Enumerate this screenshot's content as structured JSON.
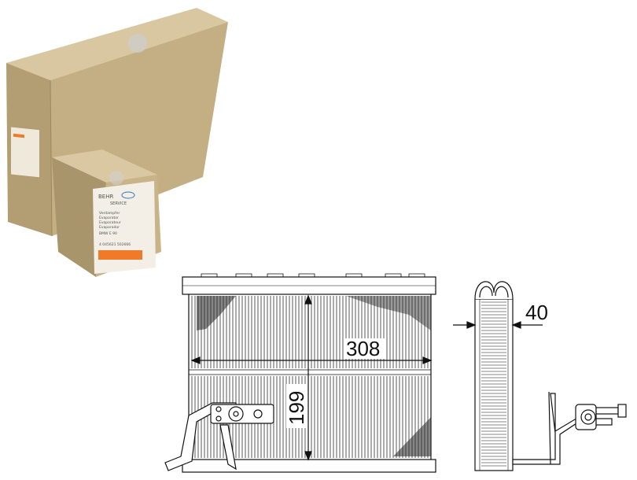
{
  "product": {
    "brand_label": "BEHR",
    "brand_sub": "SERVICE",
    "box_lines": [
      "Verdampfer",
      "Evaporator",
      "Evaporateur",
      "Evaporador",
      "BMW E 90"
    ],
    "barcode_text": "4 045621 502666"
  },
  "drawing": {
    "width_label": "308",
    "height_label": "199",
    "depth_label": "40"
  },
  "colors": {
    "box": "#c9b48a",
    "box_dark": "#a8956c",
    "box_light": "#d9c8a2",
    "label_accent": "#f07a2a",
    "line": "#111111"
  }
}
